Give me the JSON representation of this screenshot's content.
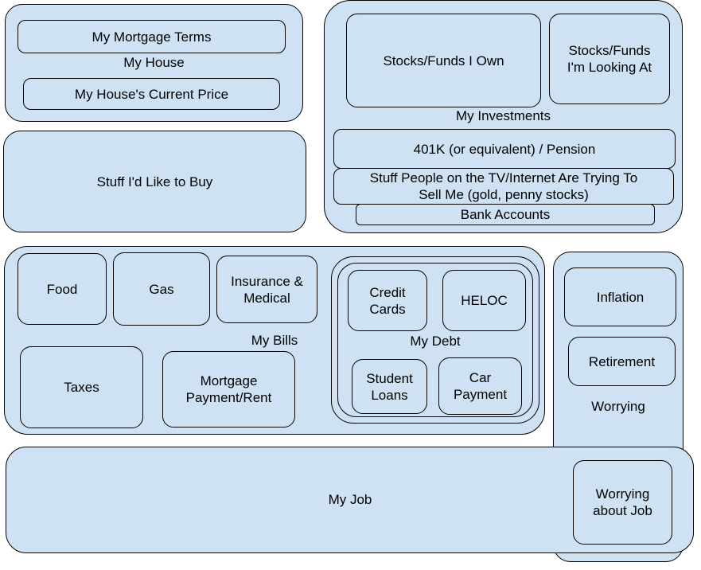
{
  "house": {
    "label": "My House",
    "mortgage_terms": "My Mortgage Terms",
    "current_price": "My House's Current Price"
  },
  "stuff_to_buy": "Stuff I'd Like to Buy",
  "investments": {
    "label": "My Investments",
    "stocks_owned": "Stocks/Funds I Own",
    "stocks_watching": "Stocks/Funds\nI'm Looking At",
    "retirement_401k": "401K (or equivalent) / Pension",
    "tv_internet": "Stuff People on the TV/Internet Are Trying To\nSell Me (gold, penny stocks)",
    "bank_accounts": "Bank Accounts"
  },
  "bills": {
    "label": "My Bills",
    "food": "Food",
    "gas": "Gas",
    "insurance": "Insurance &\nMedical",
    "taxes": "Taxes",
    "mortgage_payment": "Mortgage\nPayment/Rent"
  },
  "debt": {
    "label": "My Debt",
    "credit_cards": "Credit\nCards",
    "heloc": "HELOC",
    "student_loans": "Student\nLoans",
    "car_payment": "Car\nPayment"
  },
  "worrying": {
    "label": "Worrying",
    "inflation": "Inflation",
    "retirement": "Retirement",
    "about_job": "Worrying\nabout Job"
  },
  "job": {
    "label": "My Job"
  }
}
